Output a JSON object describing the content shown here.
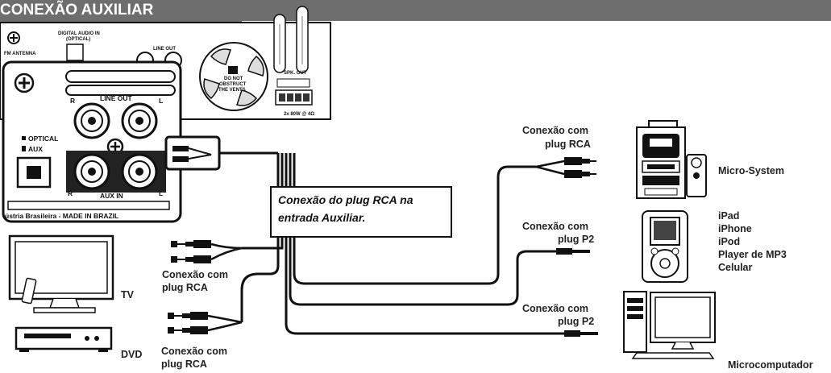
{
  "header": {
    "title": "CONEXÃO AUXILIAR"
  },
  "panel": {
    "fm_antenna": "FM ANTENNA",
    "digital_audio_in": "DIGITAL AUDIO IN",
    "optical_sub": "(OPTICAL)",
    "line_out_small": "LINE OUT",
    "do_not_obstruct_1": "DO NOT",
    "do_not_obstruct_2": "OBSTRUCT",
    "do_not_obstruct_3": "THE VENTS",
    "spk_out": "SPK. OUT",
    "impedance": "2x 80W @ 4Ω",
    "line_out": "LINE OUT",
    "aux_in": "AUX IN",
    "optical": "OPTICAL",
    "aux": "AUX",
    "r": "R",
    "l": "L",
    "made_in": "ústria Brasileira - MADE IN BRAZIL"
  },
  "callout": {
    "line1": "Conexão do plug RCA na",
    "line2": "entrada Auxiliar."
  },
  "labels": {
    "rca_top_1": "Conexão com",
    "rca_top_2": "plug RCA",
    "p2_a_1": "Conexão com",
    "p2_a_2": "plug P2",
    "p2_b_1": "Conexão com",
    "p2_b_2": "plug P2",
    "rca_tv_1": "Conexão com",
    "rca_tv_2": "plug RCA",
    "rca_dvd_1": "Conexão com",
    "rca_dvd_2": "plug RCA"
  },
  "devices": {
    "micro_system": "Micro-System",
    "portable": [
      "iPad",
      "iPhone",
      "iPod",
      "Player de MP3",
      "Celular"
    ],
    "tv": "TV",
    "dvd": "DVD",
    "computer": "Microcomputador"
  }
}
